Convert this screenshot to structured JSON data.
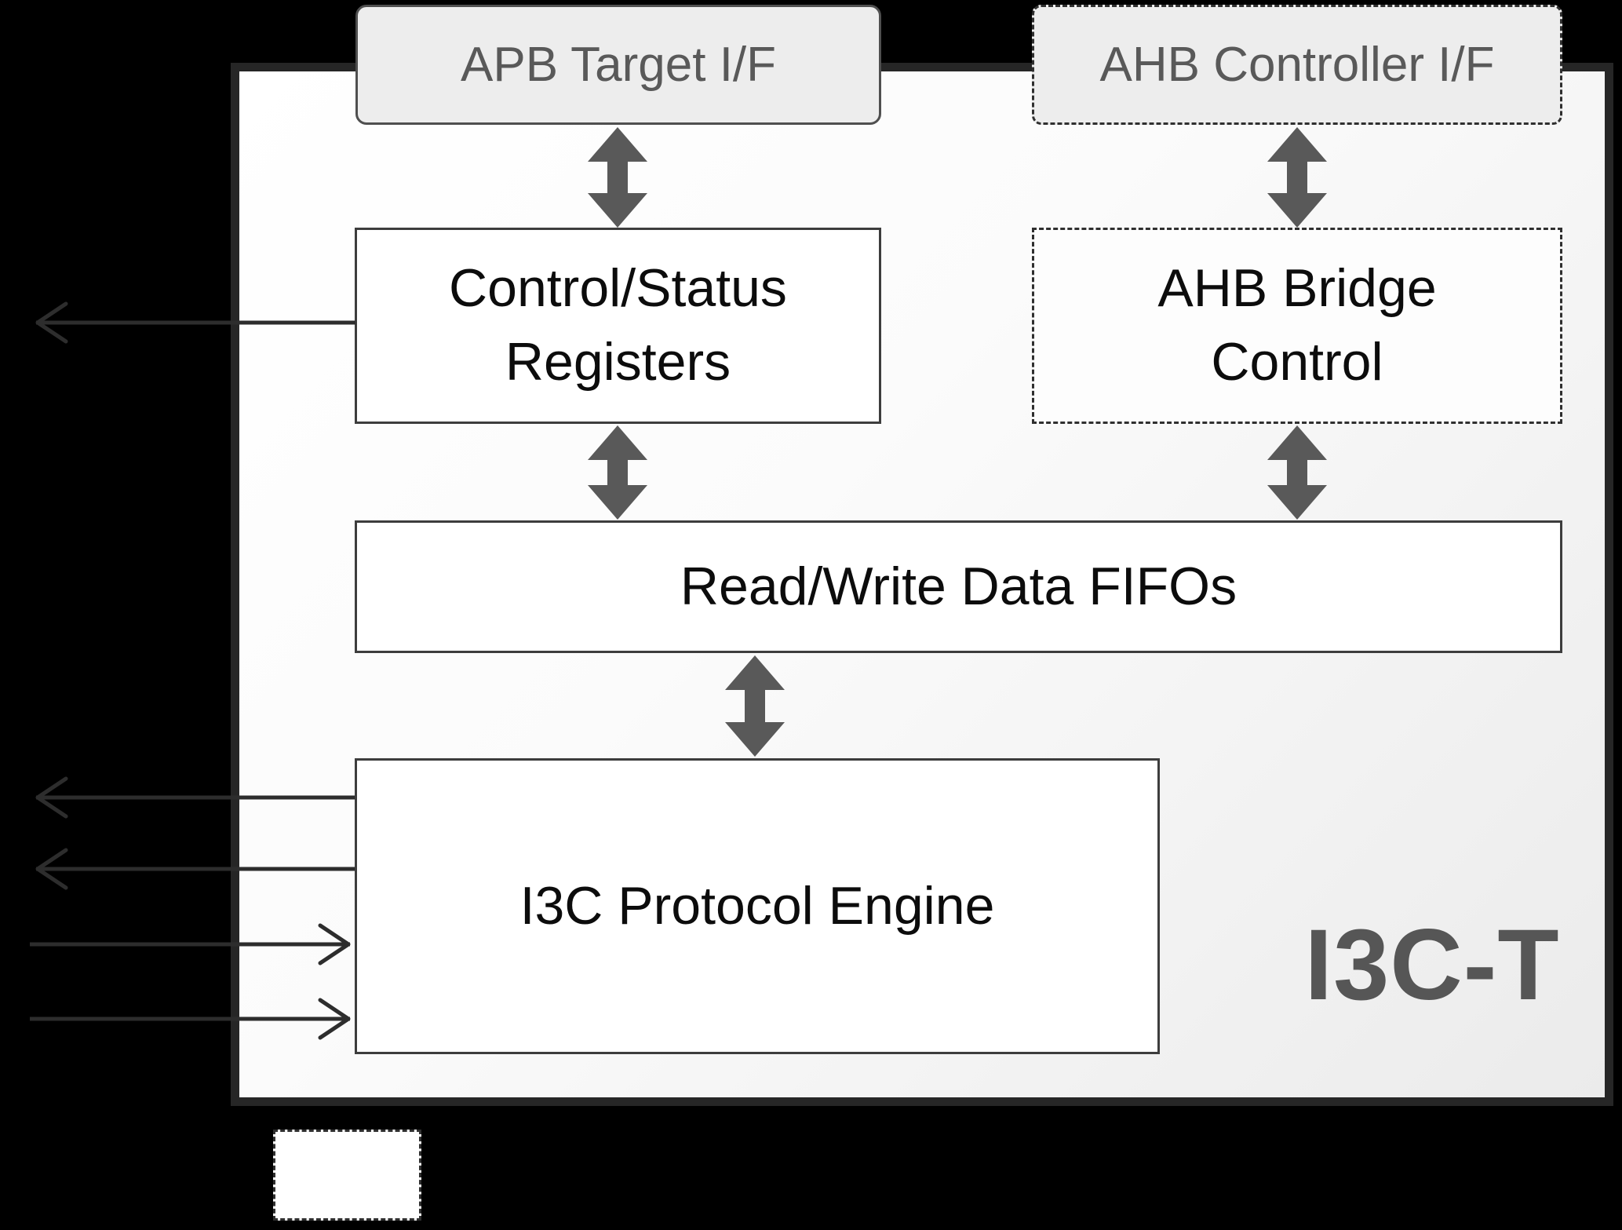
{
  "diagram": {
    "module_label": "I3C-T",
    "interfaces": {
      "apb": {
        "label": "APB Target I/F"
      },
      "ahb": {
        "label": "AHB Controller I/F"
      }
    },
    "blocks": {
      "csr": {
        "lines": [
          "Control/Status",
          "Registers"
        ]
      },
      "ahb_bridge": {
        "lines": [
          "AHB Bridge",
          "Control"
        ]
      },
      "fifo": {
        "label": "Read/Write Data FIFOs"
      },
      "engine": {
        "label": "I3C Protocol Engine"
      }
    },
    "colors": {
      "background": "#000000",
      "main_block_border": "#262626",
      "main_block_fill_light": "#ffffff",
      "main_block_fill_dark": "#ebebeb",
      "interface_fill": "#ededed",
      "interface_text": "#595959",
      "inner_box_fill": "#ffffff",
      "inner_box_border": "#3d3d3d",
      "dashed_border": "#2f2f2f",
      "thick_arrow": "#595959",
      "thin_arrow": "#2d2d2d",
      "module_label_color": "#565656",
      "block_text": "#0c0c0c"
    }
  }
}
